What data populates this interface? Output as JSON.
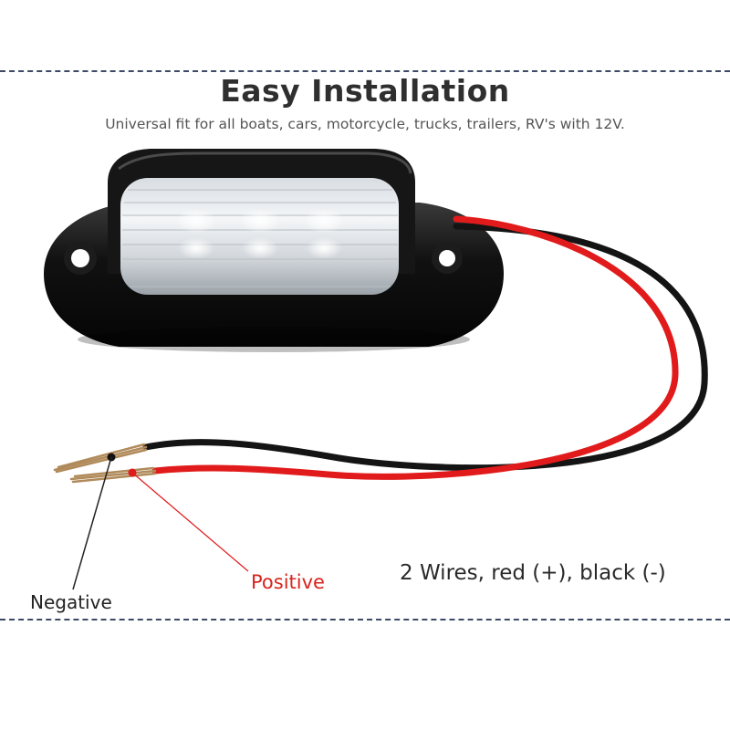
{
  "header": {
    "title": "Easy Installation",
    "subtitle": "Universal fit for all boats, cars, motorcycle, trucks, trailers, RV's with 12V."
  },
  "product": {
    "name_icon": "led-license-plate-light",
    "housing_color": "#111111",
    "lens_color": "#e9edf0"
  },
  "wires": {
    "negative_label": "Negative",
    "positive_label": "Positive",
    "note": "2 Wires, red (+), black (-)",
    "red_color": "#e11b1b",
    "black_color": "#141414",
    "positive_label_color": "#d9241d"
  },
  "colors": {
    "divider": "#3d4a66",
    "title": "#2f2f2f"
  }
}
